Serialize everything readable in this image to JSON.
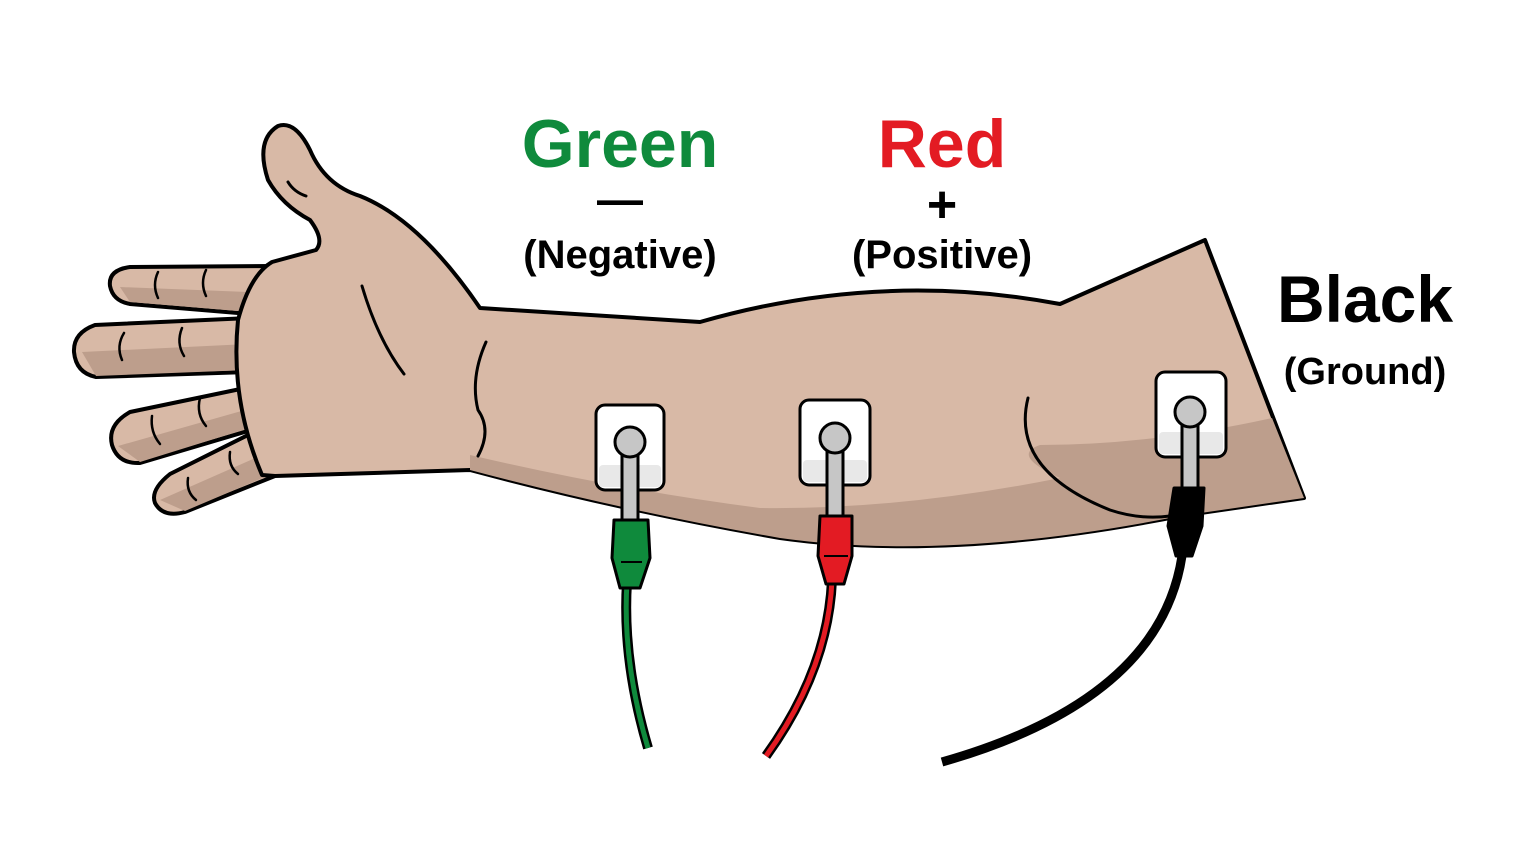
{
  "leads": {
    "green": {
      "color_name": "Green",
      "sign": "—",
      "role": "(Negative)",
      "color": "#0f8a3c"
    },
    "red": {
      "color_name": "Red",
      "sign": "+",
      "role": "(Positive)",
      "color": "#e31b23"
    },
    "black": {
      "color_name": "Black",
      "role": "(Ground)",
      "color": "#000000"
    }
  },
  "colors": {
    "skin": "#d8b9a6",
    "skin_shadow": "#bd9e8c",
    "outline": "#000000",
    "electrode_pad": "#e8e8e8",
    "electrode_snap": "#c6c6c6"
  },
  "icons": [
    "arm-illustration",
    "electrode-icon",
    "alligator-clip-icon",
    "lead-wire"
  ]
}
